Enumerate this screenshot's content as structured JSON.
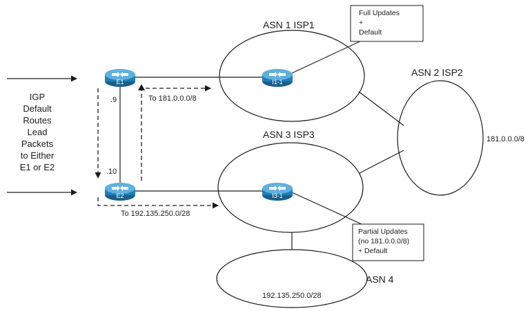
{
  "side_label": [
    "IGP",
    "Default",
    "Routes",
    "Lead",
    "Packets",
    "to Either",
    "E1 or E2"
  ],
  "routers": {
    "e1": "E1",
    "e2": "E2",
    "i1": "I1-1",
    "i3": "I3-1"
  },
  "asn": {
    "isp1": "ASN 1 ISP1",
    "isp2": "ASN 2 ISP2",
    "isp3": "ASN 3 ISP3",
    "asn4": "ASN 4"
  },
  "prefixes": {
    "isp2": "181.0.0.0/8",
    "asn4": "192.135.250.0/28"
  },
  "interfaces": {
    "e1": ".9",
    "e2": ".10"
  },
  "arrows": {
    "to_isp1": "To 181.0.0.0/8",
    "to_isp3": "To 192.135.250.0/28"
  },
  "callouts": {
    "full": [
      "Full Updates",
      "+",
      "Default"
    ],
    "partial": [
      "Partial Updates",
      "(no 181.0.0.0/8)",
      "+ Default"
    ]
  },
  "colors": {
    "router_body": "#1f7fb6",
    "router_top": "#5fb0dd",
    "line": "#1a1a1a"
  }
}
